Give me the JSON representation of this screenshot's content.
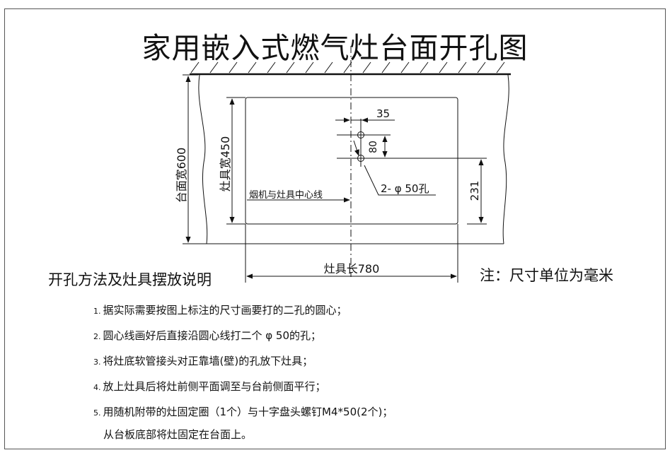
{
  "title": "家用嵌入式燃气灶台面开孔图",
  "dimensions": {
    "countertop_width": "台面宽600",
    "stove_width": "灶具宽450",
    "stove_length": "灶具长780",
    "hole_offset": "35",
    "hole_spacing": "80",
    "hole_height": "231",
    "hole_spec": "2- φ 50孔",
    "centerline_label": "烟机与灶具中心线"
  },
  "instructions": {
    "heading": "开孔方法及灶具摆放说明",
    "note": "注：尺寸单位为毫米",
    "steps": [
      {
        "num": "1.",
        "text": "据实际需要按图上标注的尺寸画要打的二孔的圆心；"
      },
      {
        "num": "2.",
        "text": "圆心线画好后直接沿圆心线打二个 φ 50的孔；"
      },
      {
        "num": "3.",
        "text": "将灶底软管接头对正靠墙(壁)的孔放下灶具；"
      },
      {
        "num": "4.",
        "text": "放上灶具后将灶前侧平面调至与台前侧面平行；"
      },
      {
        "num": "5.",
        "text": "用随机附带的灶固定圈（1个）与十字盘头螺钉M4*50(2个)；"
      }
    ],
    "step5_continued": "从台板底部将灶固定在台面上。"
  }
}
